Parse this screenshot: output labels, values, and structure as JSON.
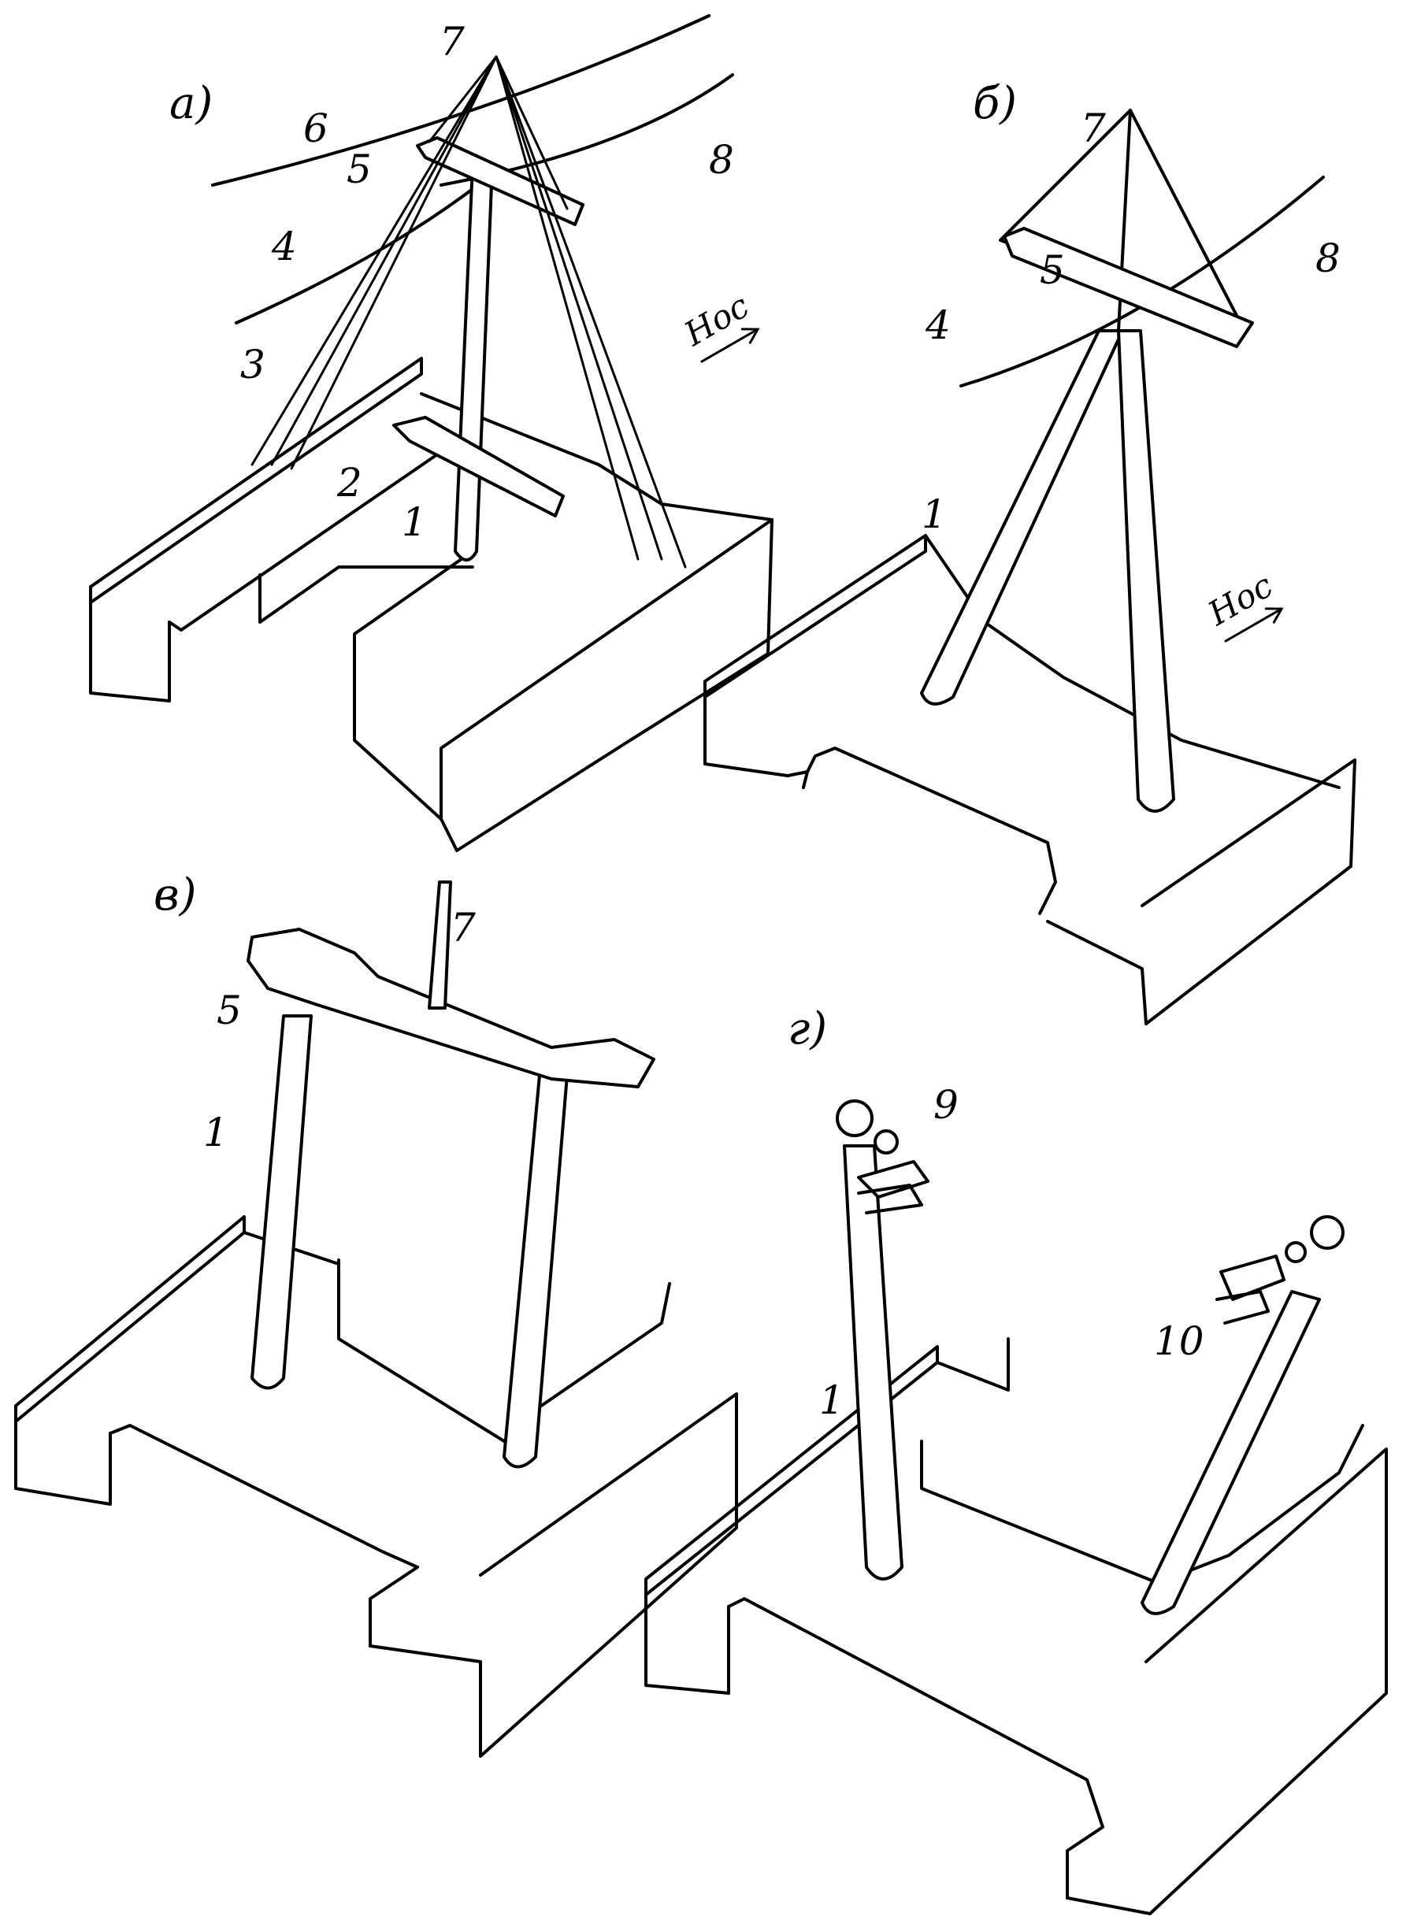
{
  "panels": {
    "a": {
      "label": "а)",
      "callouts": {
        "n1": "1",
        "n2": "2",
        "n3": "3",
        "n4": "4",
        "n5": "5",
        "n6": "6",
        "n7": "7",
        "n8": "8"
      },
      "direction": "Нос"
    },
    "b": {
      "label": "б)",
      "callouts": {
        "n1": "1",
        "n4": "4",
        "n5": "5",
        "n7": "7",
        "n8": "8"
      },
      "direction": "Нос"
    },
    "v": {
      "label": "в)",
      "callouts": {
        "n1": "1",
        "n5": "5",
        "n7": "7"
      }
    },
    "g": {
      "label": "г)",
      "callouts": {
        "n1": "1",
        "n9": "9",
        "n10": "10"
      }
    }
  }
}
